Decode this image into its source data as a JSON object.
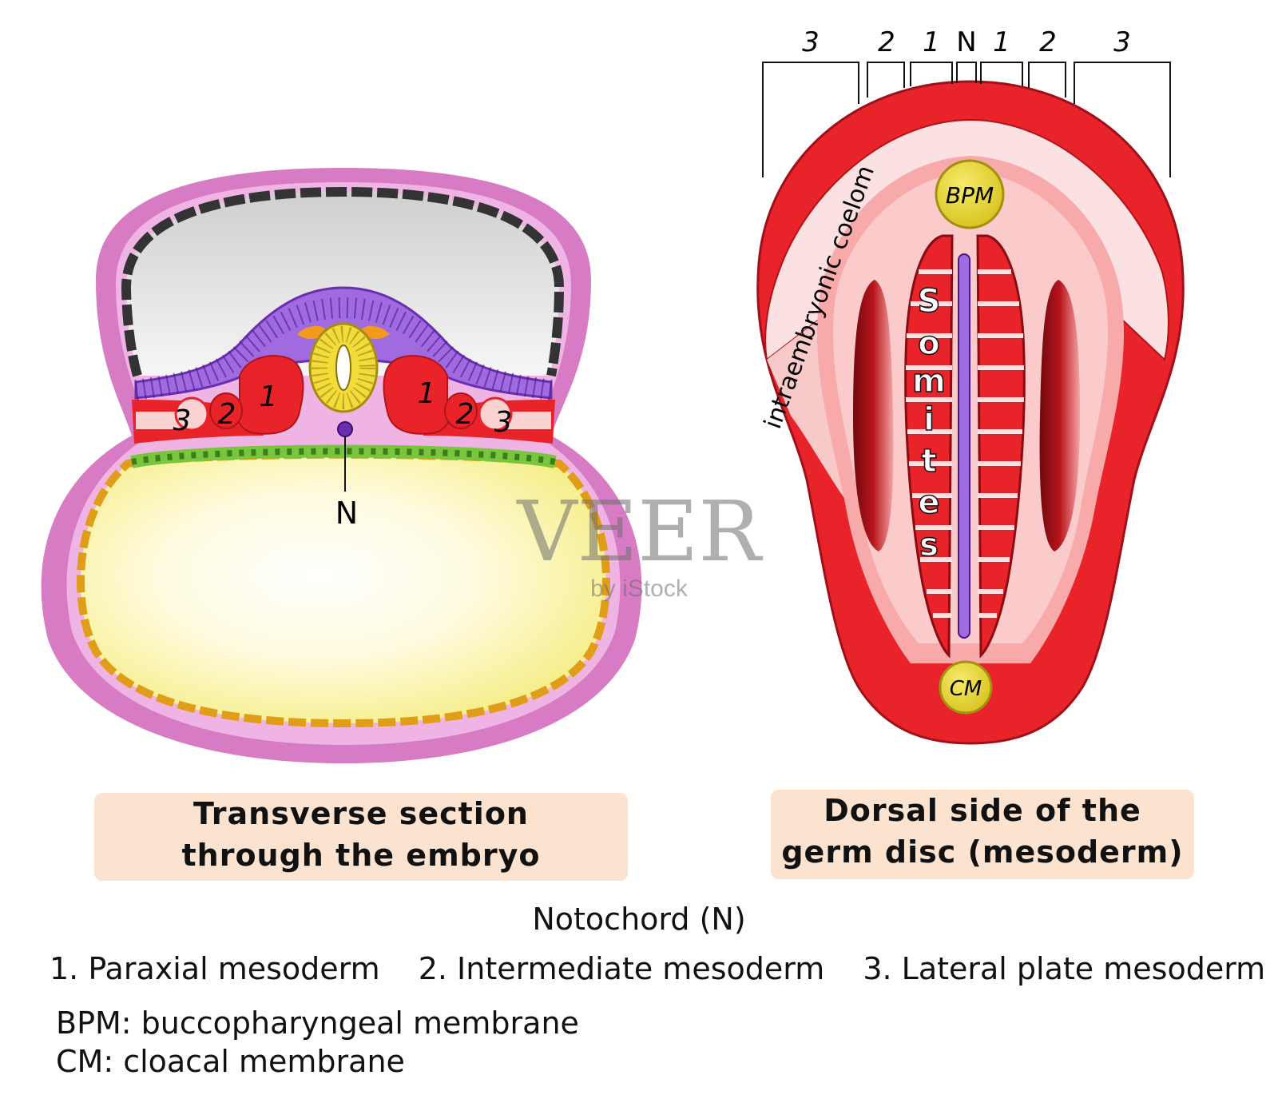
{
  "labels": {
    "left_numbers": [
      "3",
      "2",
      "1",
      "1",
      "2",
      "3"
    ],
    "left_notochord": "N",
    "bracket_labels": [
      "3",
      "2",
      "1",
      "N",
      "1",
      "2",
      "3"
    ],
    "bpm": "BPM",
    "cm": "CM",
    "coelom": "intraembryonic coelom",
    "somites": [
      "S",
      "o",
      "m",
      "i",
      "t",
      "e",
      "s"
    ]
  },
  "captions": {
    "left_line1": "Transverse section",
    "left_line2": "through the embryo",
    "right_line1": "Dorsal side of the",
    "right_line2": "germ disc (mesoderm)"
  },
  "legend": {
    "notochord": "Notochord (N)",
    "paraxial": "1. Paraxial mesoderm",
    "intermediate": "2. Intermediate mesoderm",
    "lateral": "3. Lateral plate mesoderm",
    "bpm": "BPM: buccopharyngeal membrane",
    "cm": "CM: cloacal membrane"
  },
  "watermark": {
    "main": "VEER",
    "sub": "by iStock"
  },
  "colors": {
    "mesoderm_red": "#e8232a",
    "outer_pink": "#d77cc4",
    "yolk_yellow": "#fbf3a2",
    "ectoderm_purple": "#8f4fd1",
    "endoderm_green": "#78c63e",
    "membrane_yellow": "#e6d22c",
    "caption_bg": "#fbe3cf"
  }
}
